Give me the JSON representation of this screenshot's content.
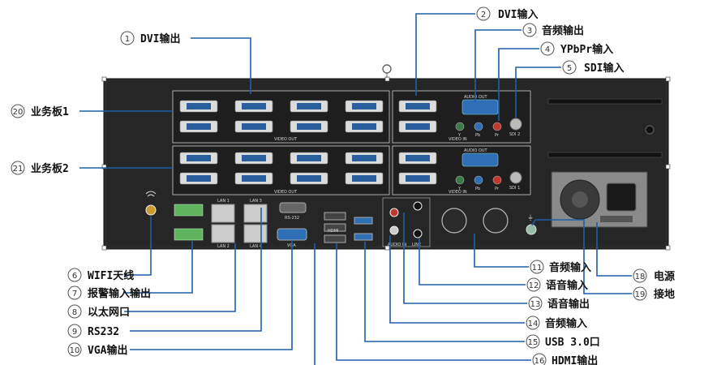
{
  "callouts": [
    {
      "num": "1",
      "label": "DVI输出"
    },
    {
      "num": "2",
      "label": "DVI输入"
    },
    {
      "num": "3",
      "label": "音频输出"
    },
    {
      "num": "4",
      "label": "YPbPr输入"
    },
    {
      "num": "5",
      "label": "SDI输入"
    },
    {
      "num": "6",
      "label": "WIFI天线"
    },
    {
      "num": "7",
      "label": "报警输入输出"
    },
    {
      "num": "8",
      "label": "以太网口"
    },
    {
      "num": "9",
      "label": "RS232"
    },
    {
      "num": "10",
      "label": "VGA输出"
    },
    {
      "num": "11",
      "label": "音频输入"
    },
    {
      "num": "12",
      "label": "语音输入"
    },
    {
      "num": "13",
      "label": "语音输出"
    },
    {
      "num": "14",
      "label": "音频输入"
    },
    {
      "num": "15",
      "label": "USB 3.0口"
    },
    {
      "num": "16",
      "label": "HDMI输出"
    },
    {
      "num": "18",
      "label": "电源"
    },
    {
      "num": "19",
      "label": "接地"
    },
    {
      "num": "20",
      "label": "业务板1"
    },
    {
      "num": "21",
      "label": "业务板2"
    }
  ],
  "panel_print": {
    "video_out": "VIDEO OUT",
    "video_in": "VIDEO IN",
    "audio_out": "AUDIO OUT",
    "audio_in": "AUDIO IN",
    "sdi1": "SDI 1",
    "sdi2": "SDI 2",
    "y": "Y",
    "pb": "Pb",
    "pr": "Pr",
    "lan1": "LAN 1",
    "lan2": "LAN 2",
    "lan3": "LAN 3",
    "lan4": "LAN 4",
    "rs232": "RS-232",
    "vga": "VGA",
    "hdmi": "HDMI",
    "line": "LINE"
  }
}
